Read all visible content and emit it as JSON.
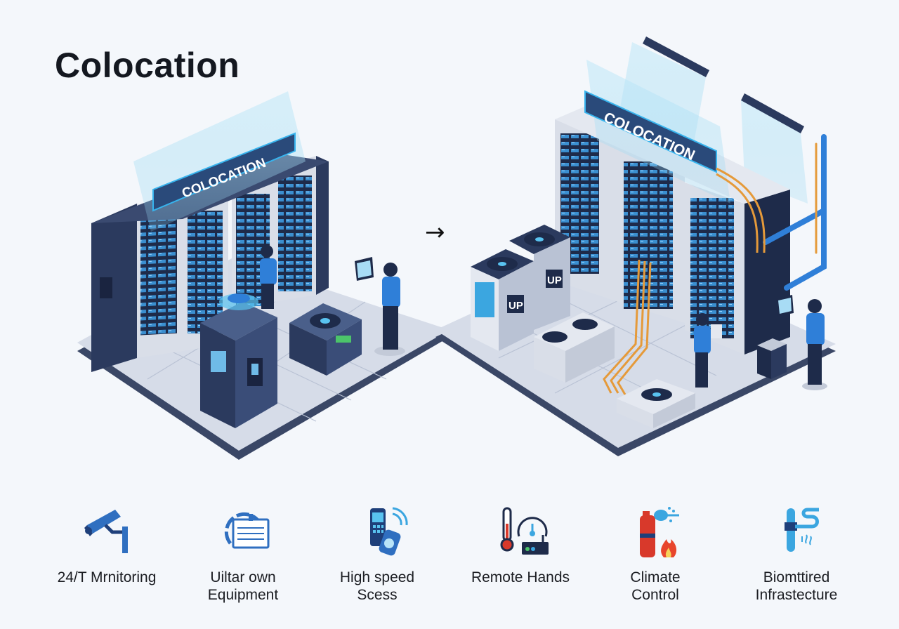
{
  "page": {
    "title": "Colocation"
  },
  "illustration": {
    "left_scene": {
      "sign_text": "COLOCATION"
    },
    "right_scene": {
      "sign_text": "COLOCATION",
      "ups_labels": [
        "UP",
        "UP"
      ]
    },
    "arrow_glyph": "→"
  },
  "features": [
    {
      "label_line1": "24/T Mrnitoring",
      "label_line2": "",
      "icon": "security-camera-icon"
    },
    {
      "label_line1": "Uiltar own",
      "label_line2": "Equipment",
      "icon": "id-badge-icon"
    },
    {
      "label_line1": "High speed",
      "label_line2": "Scess",
      "icon": "handheld-devices-icon"
    },
    {
      "label_line1": "Remote Hands",
      "label_line2": "",
      "icon": "thermometer-router-icon"
    },
    {
      "label_line1": "Climate",
      "label_line2": "Control",
      "icon": "fire-extinguisher-icon"
    },
    {
      "label_line1": "Biomttired",
      "label_line2": "Infrastecture",
      "icon": "cooling-pipe-icon"
    }
  ],
  "colors": {
    "background": "#f4f7fb",
    "rack_dark": "#1e2b4a",
    "rack_frame": "#d9dee8",
    "accent_blue": "#2f7fd8",
    "glass_blue": "#8fd3f0",
    "cable_orange": "#e59a3a",
    "floor": "#d6dce8",
    "floor_edge": "#3a4766",
    "extinguisher_red": "#d8392b"
  }
}
